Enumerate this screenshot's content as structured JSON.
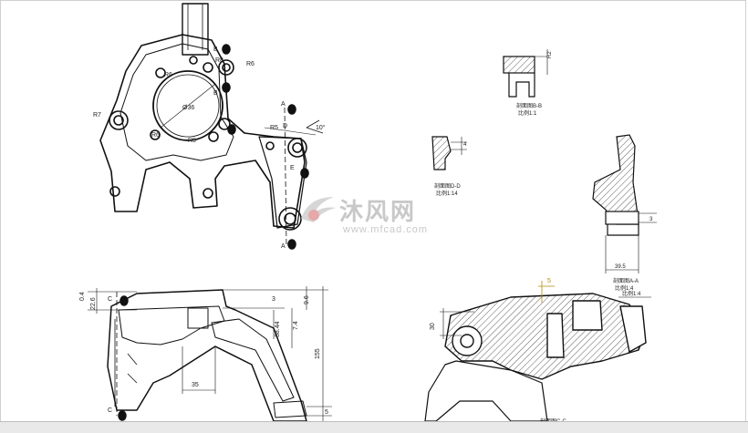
{
  "watermark": {
    "brand": "沐风网",
    "url": "www.mfcad.com",
    "logo_icon": "mfcad-logo-icon"
  },
  "front_view": {
    "labels": {
      "r_top": "R8",
      "r_hole": "R6",
      "r_left": "R7",
      "r_bottom": "R6",
      "r_right": "R5",
      "dia": "Ø36",
      "r_mid": "R5",
      "r_small": "R6",
      "angle": "10°",
      "sec_a": "A",
      "sec_b": "B",
      "sec_d": "D",
      "sec_e": "E"
    }
  },
  "section_b": {
    "label_1": "剖面图B-B",
    "label_2": "比例1:1",
    "dim": "R2"
  },
  "section_d": {
    "label_1": "剖面图D-D",
    "label_2": "比例1:14",
    "dim": "4"
  },
  "section_a": {
    "label_1": "剖面图A-A",
    "label_2": "比例1:4",
    "dim_w": "39.5",
    "dim_h": "3"
  },
  "side_view": {
    "dims": {
      "d1": "0.4",
      "d2": "22.6",
      "d3": "3",
      "d4": "9.6",
      "d5": "7.4",
      "d6": "38.44",
      "d7": "155",
      "d8": "35",
      "d9": "5",
      "sec_c_top": "C",
      "sec_c_bottom": "C"
    }
  },
  "section_c": {
    "dim_30": "30",
    "dim_5": "5",
    "label_top": "比例1:4",
    "label_bottom": "剖面图C-C"
  }
}
